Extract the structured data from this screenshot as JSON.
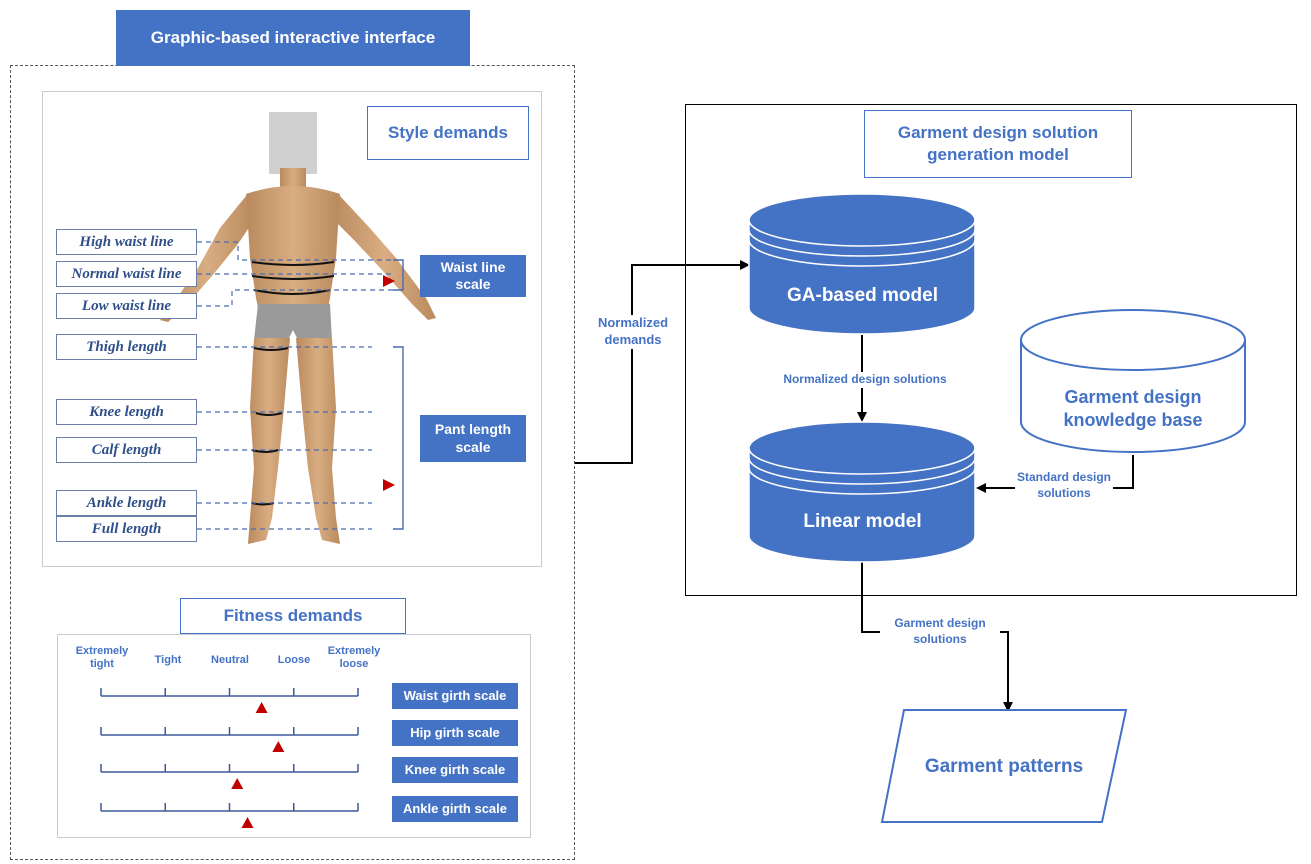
{
  "interface": {
    "title": "Graphic-based interactive interface",
    "style_demands": {
      "title": "Style demands",
      "waist_labels": [
        "High waist line",
        "Normal waist line",
        "Low waist line"
      ],
      "pant_labels": [
        "Thigh length",
        "Knee length",
        "Calf length",
        "Ankle length",
        "Full length"
      ],
      "waist_scale": "Waist line scale",
      "pant_scale": "Pant length scale"
    },
    "fitness_demands": {
      "title": "Fitness demands",
      "levels": [
        "Extremely tight",
        "Tight",
        "Neutral",
        "Loose",
        "Extremely loose"
      ],
      "scales": [
        {
          "label": "Waist girth scale",
          "value": 0.625
        },
        {
          "label": "Hip girth scale",
          "value": 0.69
        },
        {
          "label": "Knee girth scale",
          "value": 0.53
        },
        {
          "label": "Ankle girth scale",
          "value": 0.57
        }
      ]
    }
  },
  "model": {
    "title": "Garment design solution generation model",
    "ga_model": "GA-based model",
    "linear_model": "Linear model",
    "knowledge_base": "Garment design knowledge base",
    "normalized_solutions": "Normalized design solutions",
    "standard_solutions": "Standard design solutions"
  },
  "flow": {
    "normalized_demands": "Normalized demands",
    "garment_solutions": "Garment design solutions",
    "garment_patterns": "Garment patterns"
  },
  "colors": {
    "accent": "#4472c4",
    "marker": "#c00000",
    "line": "#3b5998"
  }
}
